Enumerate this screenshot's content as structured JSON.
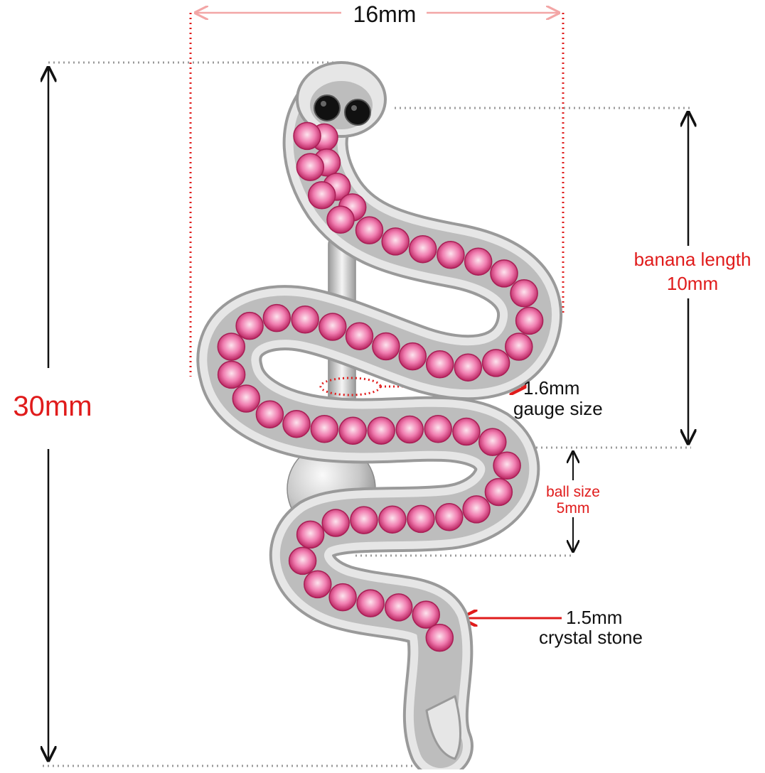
{
  "measurements": {
    "width": "16mm",
    "height": "30mm",
    "banana_length": {
      "label": "banana length",
      "value": "10mm"
    },
    "gauge": {
      "value": "1.6mm",
      "label": "gauge size"
    },
    "ball": {
      "label": "ball size",
      "value": "5mm"
    },
    "crystal": {
      "value": "1.5mm",
      "label": "crystal stone"
    }
  },
  "colors": {
    "accent_red": "#e01b1b",
    "width_arrow_pink": "#f3a6a6",
    "crystal_pink": "#e85a9a",
    "metal_silver": "#d9d9d9",
    "eye_black": "#111111"
  }
}
